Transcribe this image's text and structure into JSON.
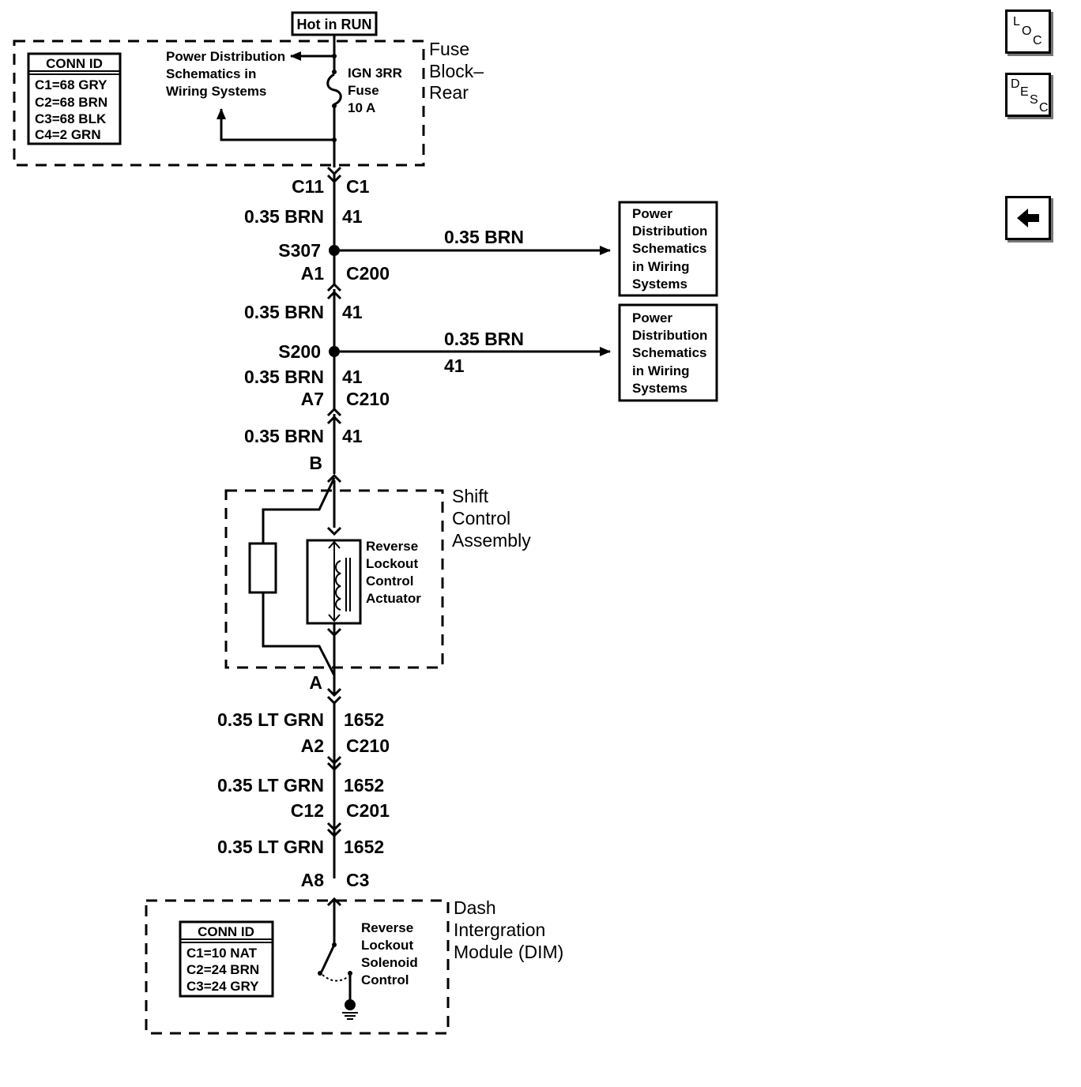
{
  "hot_in_run": "Hot in RUN",
  "fuse_block": {
    "title_line1": "Fuse",
    "title_line2": "Block–",
    "title_line3": "Rear",
    "conn_id_title": "CONN ID",
    "conn_ids": [
      "C1=68 GRY",
      "C2=68 BRN",
      "C3=68 BLK",
      "C4=2 GRN"
    ],
    "pd_ref_line1": "Power Distribution",
    "pd_ref_line2": "Schematics in",
    "pd_ref_line3": "Wiring Systems",
    "fuse_line1": "IGN 3RR",
    "fuse_line2": "Fuse",
    "fuse_line3": "10 A"
  },
  "connectors": {
    "c11_left": "C11",
    "c11_right": "C1",
    "s307": "S307",
    "a1_left": "A1",
    "a1_right": "C200",
    "s200": "S200",
    "a7_left": "A7",
    "a7_right": "C210",
    "b_pin": "B",
    "a_pin": "A",
    "a2_left": "A2",
    "a2_right": "C210",
    "c12_left": "C12",
    "c12_right": "C201",
    "a8_left": "A8",
    "a8_right": "C3"
  },
  "wires": {
    "w1_color": "0.35 BRN",
    "w1_circuit": "41",
    "w2_color": "0.35 BRN",
    "w2_circuit": "41",
    "w3_color": "0.35 BRN",
    "w3_circuit": "41",
    "w4_color": "0.35 BRN",
    "w4_circuit": "41",
    "w5_color": "0.35 LT GRN",
    "w5_circuit": "1652",
    "w6_color": "0.35 LT GRN",
    "w6_circuit": "1652",
    "w7_color": "0.35 LT GRN",
    "w7_circuit": "1652",
    "branch1_color": "0.35 BRN",
    "branch2_color": "0.35 BRN",
    "branch2_circuit": "41"
  },
  "pd_box1": [
    "Power",
    "Distribution",
    "Schematics",
    "in Wiring",
    "Systems"
  ],
  "pd_box2": [
    "Power",
    "Distribution",
    "Schematics",
    "in Wiring",
    "Systems"
  ],
  "shift_control": {
    "title_line1": "Shift",
    "title_line2": "Control",
    "title_line3": "Assembly",
    "actuator": [
      "Reverse",
      "Lockout",
      "Control",
      "Actuator"
    ]
  },
  "dim": {
    "title_line1": "Dash",
    "title_line2": "Intergration",
    "title_line3": "Module (DIM)",
    "conn_id_title": "CONN ID",
    "conn_ids": [
      "C1=10 NAT",
      "C2=24 BRN",
      "C3=24 GRY"
    ],
    "solenoid": [
      "Reverse",
      "Lockout",
      "Solenoid",
      "Control"
    ]
  },
  "nav": {
    "loc": [
      "L",
      "O",
      "C"
    ],
    "desc": [
      "D",
      "E",
      "S",
      "C"
    ],
    "back_icon": "left-arrow-icon"
  }
}
